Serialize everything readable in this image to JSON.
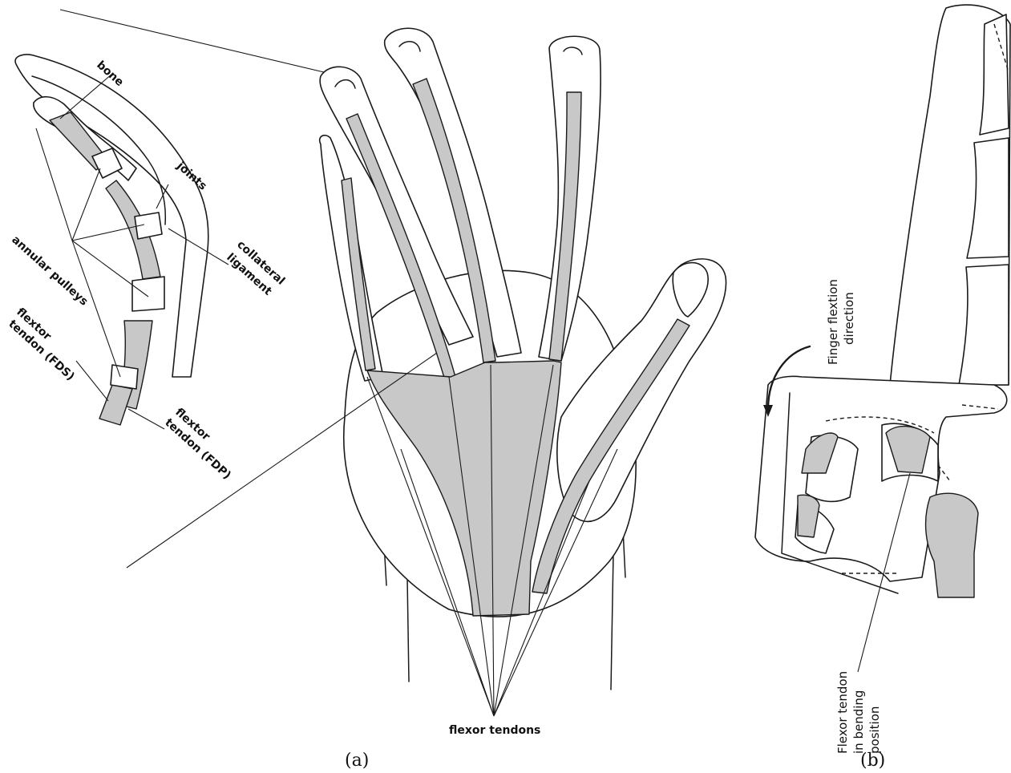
{
  "labels": {
    "bone": "bone",
    "joints": "joints",
    "annular_pulleys": "annular pulleys",
    "collateral_line1": "collateral",
    "collateral_line2": "ligament",
    "fds_line1": "flextor",
    "fds_line2": "tendon (FDS)",
    "fdp_line1": "flextor",
    "fdp_line2": "tendon (FDP)",
    "flexor_tendons": "flexor tendons",
    "flexion_line1": "Finger flextion",
    "flexion_line2": "direction",
    "bending_line1": "Flexor tendon",
    "bending_line2": "in bending",
    "bending_line3": "position"
  },
  "panels": {
    "a": "(a)",
    "b": "(b)"
  },
  "colors": {
    "tendon_fill": "#c8c8c8",
    "line": "#1a1a1a",
    "background": "#ffffff"
  }
}
